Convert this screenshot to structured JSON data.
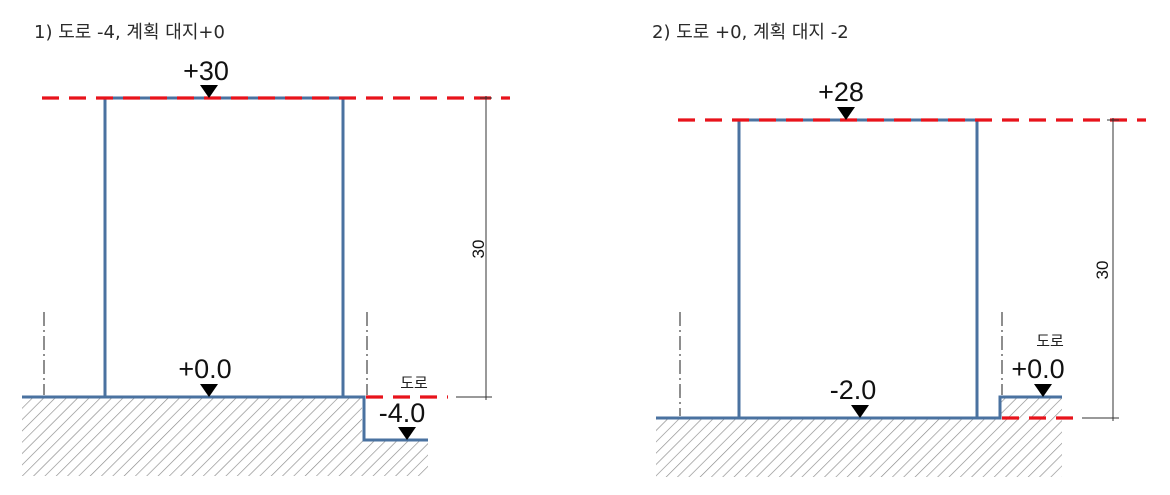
{
  "panels": [
    {
      "caption": "1) 도로 -4, 계획 대지+0",
      "top_level": "+30",
      "site_level": "+0.0",
      "road_label": "도로",
      "road_level": "-4.0",
      "height_dim": "30"
    },
    {
      "caption": "2) 도로 +0, 계획 대지 -2",
      "top_level": "+28",
      "site_level": "-2.0",
      "road_label": "도로",
      "road_level": "+0.0",
      "height_dim": "30"
    }
  ],
  "colors": {
    "wall": "#4a72a0",
    "limit_line": "#e8131b",
    "hatch": "#8a8a8a"
  }
}
